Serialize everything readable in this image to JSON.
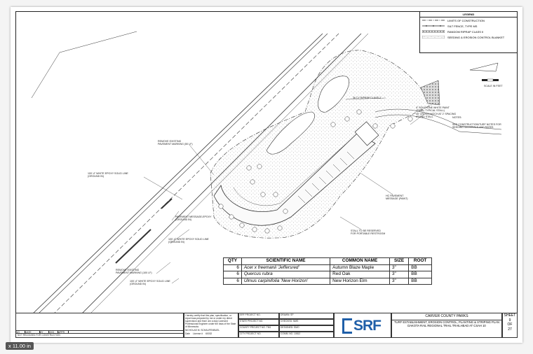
{
  "legend": {
    "title": "LEGEND",
    "items": [
      {
        "label": "LIMITS OF CONSTRUCTION",
        "icon": "dash-dot-line"
      },
      {
        "label": "SILT FENCE, TYPE MS",
        "icon": "silt-fence-line"
      },
      {
        "label": "RANDOM RIPRAP CLASS II",
        "icon": "riprap-hatch"
      },
      {
        "label": "SEEDING & EROSION CONTROL BLANKET",
        "icon": "stipple-hatch"
      }
    ]
  },
  "scale": {
    "label": "SCALE IN FEET"
  },
  "notes": {
    "riprap": "36 CY RIPRAP CLASS 2",
    "white_paint": "4\" SOLID LINE WHITE PAINT\n(TOTAL TYPICAL STALL)\n45' CROSS HATCH AT 2' SPACING\nAT END STALL",
    "notes_title": "NOTES:",
    "notes_body": "SEE CONSTRUCTION/TURF NOTES FOR\nSEEDING MATERIALS AND RATES",
    "remove_marking_top": "REMOVE EXISTING\nPAVEMENT MARKING (50 LF)",
    "line_100_top": "100'-4\" WHITE EPOXY SOLID LINE\n(GROUND IN)",
    "pavement_message": "PAVEMENT MESSAGE-EPOXY\n(GROUND IN)",
    "line_100_mid": "100'-4\" WHITE EPOXY SOLID LINE\n(GROUND IN)",
    "remove_marking_bottom": "REMOVE EXISTING\nPAVEMENT MARKING (100 LF)",
    "line_100_bottom": "100'-4\" WHITE EPOXY SOLID LINE\n(GROUND IN)",
    "hc_message": "HC PAVEMENT\nMESSAGE (PAINT)",
    "restroom": "STALL TO BE RESERVED\nFOR PORTABLE RESTROOM"
  },
  "tree_table": {
    "headers": [
      "QTY",
      "SCIENTIFIC NAME",
      "COMMON NAME",
      "SIZE",
      "ROOT"
    ],
    "rows": [
      {
        "qty": "6",
        "sci": "Acer x freemanii 'Jeffersred'",
        "common": "Autumn Blaze Maple",
        "size": "3\"",
        "root": "BB"
      },
      {
        "qty": "6",
        "sci": "Quercus rubra",
        "common": "Red Oak",
        "size": "3\"",
        "root": "BB"
      },
      {
        "qty": "6",
        "sci": "Ulmus carpinifolia 'New Horizon'",
        "common": "New Horizon Elm",
        "size": "3\"",
        "root": "BB"
      }
    ]
  },
  "titleblock": {
    "revisions_header": [
      "NO",
      "DATE",
      "BY",
      "CKD",
      "APPR"
    ],
    "revision_desc": "NOT RELEASED FOR CONSTRUCTION",
    "certification": "I hereby certify that this plan, specification, or report was prepared by me or under my direct supervision and that I am a duly Licensed Professional Engineer under the laws of the State of Minnesota.",
    "signer": "NICHOLAS M. SCHAUFENBUEL",
    "license_label": "License #",
    "license_no": "60032",
    "date_label": "Date",
    "srf_project_label": "SRF PROJECT NO.",
    "state_project_label": "STATE PROJECT NO.",
    "county_project_label": "COUNTY PROJECT NO.",
    "county_project_no": "TM1",
    "city_project_label": "CITY PROJECT NO.",
    "drawn_by": "DRAWN: SP",
    "checked_by": "CHECKED: NMS",
    "design_by": "DESIGNED: SMO",
    "comm_no": "COMM. NO. 10812",
    "logo": "SRF",
    "client": "CARVER COUNTY PARKS",
    "sheet_desc_1": "TURF ESTABLISHMENT, EROSION CONTROL, PLANTING & STRIPING PLAN",
    "sheet_desc_2": "DAKOTA RAIL REGIONAL TRAIL TRAILHEAD AT CSAH 10",
    "sheet_label": "SHEET",
    "sheet_no": "9",
    "sheet_of": "OF",
    "sheet_total": "27"
  },
  "zoom_badge": "x 11.00 in"
}
